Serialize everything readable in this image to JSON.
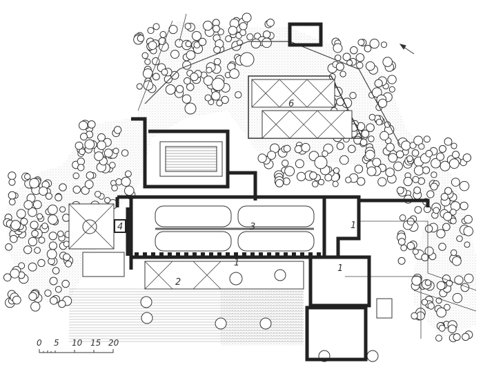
{
  "plan": {
    "labels": {
      "one_a": "1",
      "one_b": "1",
      "one_c": "1",
      "two": "2",
      "three": "3",
      "four": "4",
      "six": "6"
    },
    "scale_bar": {
      "ticks": [
        "0",
        "5",
        "10",
        "15",
        "20"
      ]
    },
    "colors": {
      "ink": "#2a2a2a",
      "paper": "#ffffff",
      "stipple": "#9a9a9a"
    }
  }
}
